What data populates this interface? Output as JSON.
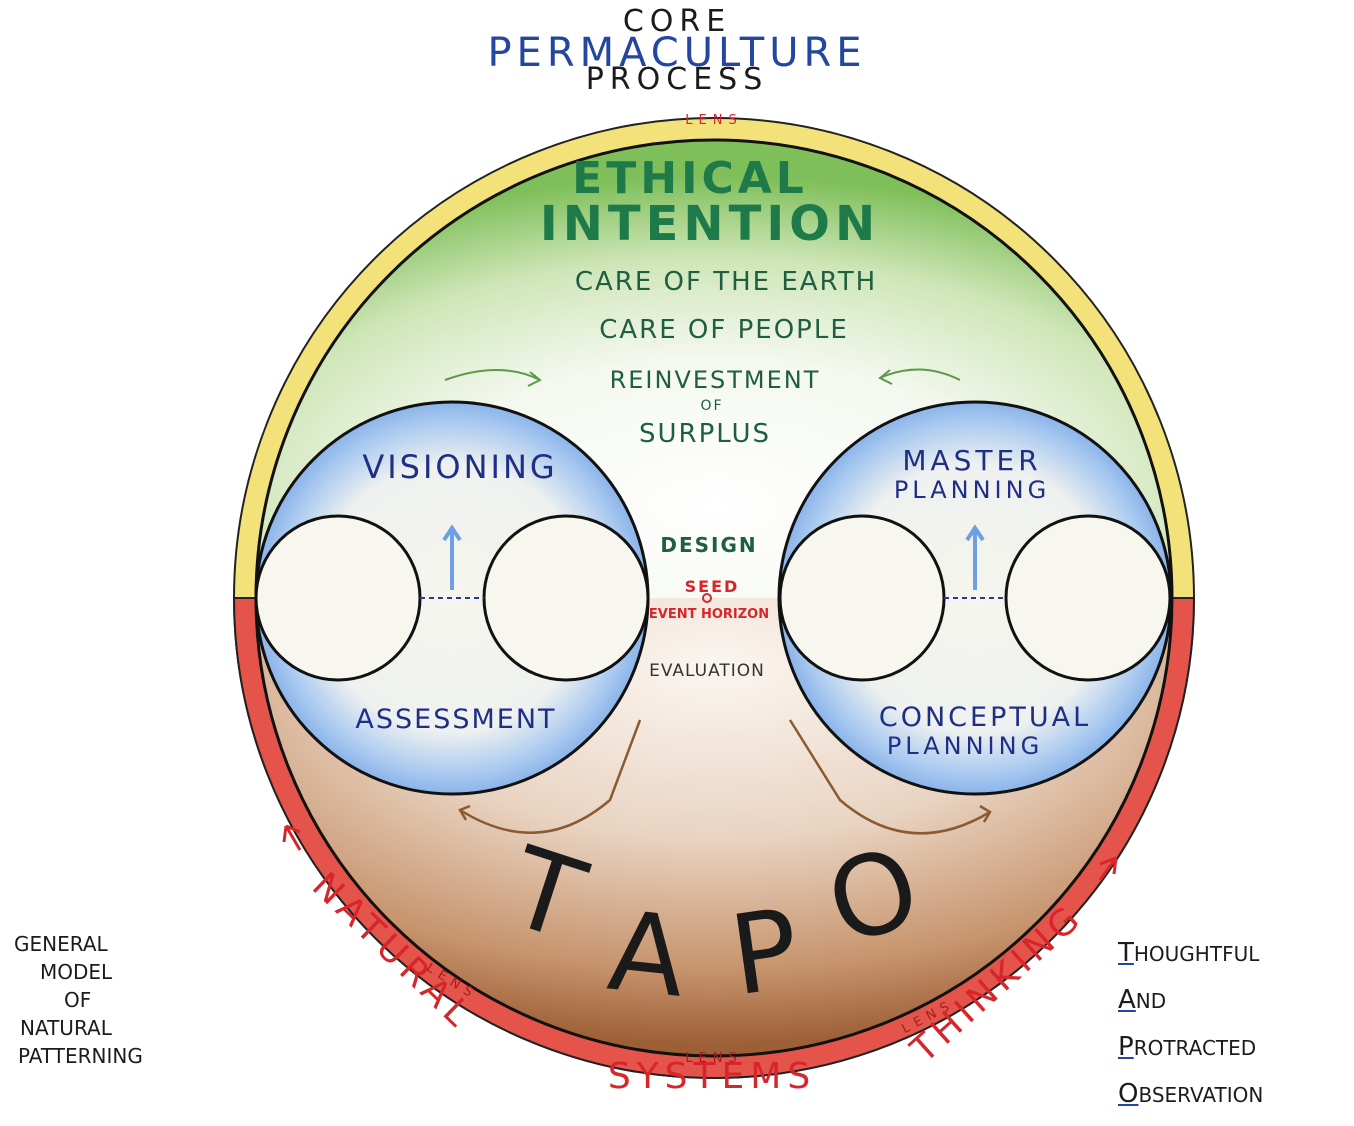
{
  "title": {
    "line1": "CORE",
    "line2": "PERMACULTURE",
    "line3": "PROCESS"
  },
  "lens_labels": [
    "LENS",
    "LENS",
    "LENS",
    "LENS"
  ],
  "ethics": {
    "heading_line1": "ETHICAL",
    "heading_line2": "INTENTION",
    "items": [
      "CARE OF THE EARTH",
      "CARE OF PEOPLE",
      "REINVESTMENT",
      "OF",
      "SURPLUS"
    ]
  },
  "left_circle": {
    "top_label": "VISIONING",
    "bottom_label": "ASSESSMENT"
  },
  "right_circle": {
    "top_label_line1": "MASTER",
    "top_label_line2": "PLANNING",
    "bottom_label_line1": "CONCEPTUAL",
    "bottom_label_line2": "PLANNING"
  },
  "center": {
    "design": "DESIGN",
    "seed": "SEED",
    "event_horizon": "EVENT HORIZON",
    "evaluation": "EVALUATION"
  },
  "tapo": {
    "letters": [
      "T",
      "A",
      "P",
      "O"
    ]
  },
  "arc_text": {
    "left": "NATURAL",
    "bottom": "SYSTEMS",
    "right": "THINKING"
  },
  "left_note": [
    "GENERAL",
    "MODEL",
    "OF",
    "NATURAL",
    "PATTERNING"
  ],
  "right_note": [
    {
      "initial": "T",
      "rest": "HOUGHTFUL"
    },
    {
      "initial": "A",
      "rest": "ND"
    },
    {
      "initial": "P",
      "rest": "ROTRACTED"
    },
    {
      "initial": "O",
      "rest": "BSERVATION"
    }
  ],
  "colors": {
    "green_text": "#1f7a4a",
    "blue_text": "#1f2f86",
    "red_text": "#d6262b",
    "outer_yellow": "#f2dd55",
    "outer_red": "#e0463c",
    "green_fill": "#8ec86b",
    "blue_fill": "#8fb8ec",
    "brown_fill": "#b47a52"
  }
}
